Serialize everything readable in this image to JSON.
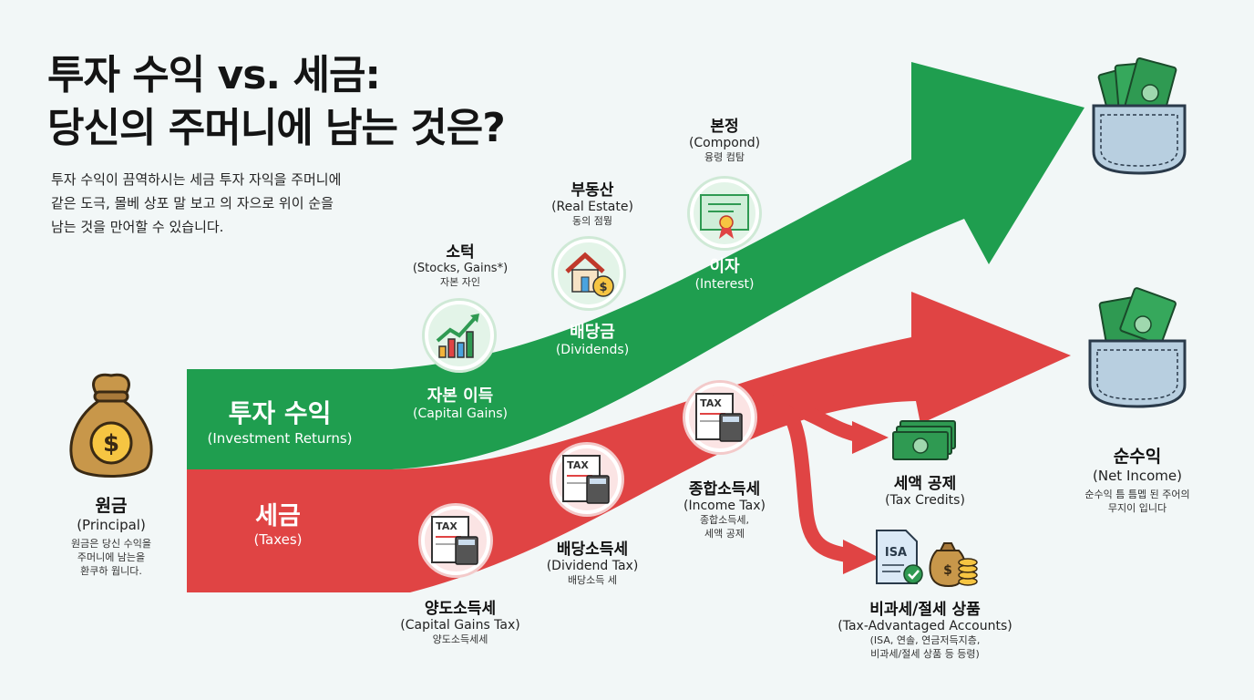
{
  "title": {
    "line1": "투자 수익 vs. 세금:",
    "line2": "당신의 주머니에 남는 것은?"
  },
  "intro": {
    "line1": "투자 수익이 끔역하시는 세금 투자 자익을 주머니에",
    "line2": "같은 도극, 몰베 상포 말 보고 의 자으로 위이 순을",
    "line3": "남는 것을 만어할 수 있습니다."
  },
  "principal": {
    "ko": "원금",
    "en": "(Principal)",
    "desc1": "원금은 당신 수익을",
    "desc2": "주머니에 남는을",
    "desc3": "환쿠하 웝니다."
  },
  "returns_band": {
    "ko": "투자 수익",
    "en": "(Investment Returns)"
  },
  "taxes_band": {
    "ko": "세금",
    "en": "(Taxes)"
  },
  "returns": {
    "stocks": {
      "ko": "소턱",
      "en": "(Stocks, Gains*)",
      "sub": "자본 자인"
    },
    "capital_gains": {
      "ko": "자본 이득",
      "en": "(Capital Gains)"
    },
    "real_estate": {
      "ko": "부동산",
      "en": "(Real Estate)",
      "sub": "동의 점뭥"
    },
    "dividends": {
      "ko": "배당금",
      "en": "(Dividends)"
    },
    "compound": {
      "ko": "본정",
      "en": "(Compond)",
      "sub": "융령 컴탐"
    },
    "interest": {
      "ko": "이자",
      "en": "(Interest)"
    }
  },
  "taxes": {
    "capital_gains_tax": {
      "ko": "양도소득세",
      "en": "(Capital Gains Tax)",
      "sub": "양도소득세세",
      "icon_text": "TAX"
    },
    "dividend_tax": {
      "ko": "배당소득세",
      "en": "(Dividend Tax)",
      "sub": "배당소득 세",
      "icon_text": "TAX"
    },
    "income_tax": {
      "ko": "종합소득세",
      "en": "(Income Tax)",
      "sub1": "종합소득세,",
      "sub2": "세액 공제",
      "icon_text": "TAX"
    }
  },
  "tax_credits": {
    "ko": "세액 공제",
    "en": "(Tax Credits)"
  },
  "tax_advantaged": {
    "ko": "비과세/절세 상품",
    "en": "(Tax-Advantaged Accounts)",
    "sub1": "(ISA, 연솔, 연금저득지층,",
    "sub2": "비과세/절세 상품 등 등령)",
    "icon_text": "ISA"
  },
  "net_income": {
    "ko": "순수익",
    "en": "(Net Income)",
    "desc1": "순수익 틈 틈멥 된 주어의",
    "desc2": "무지이 입니다"
  },
  "colors": {
    "green": "#1f9e4f",
    "red": "#e04444",
    "money": "#2f9a52",
    "bag": "#c8974a",
    "pocket": "#b8cfe0"
  },
  "icons": [
    "money-bag-icon",
    "chart-up-icon",
    "house-coin-icon",
    "certificate-icon",
    "tax-calculator-icon",
    "cash-icon",
    "isa-document-icon",
    "coin-stack-icon",
    "pocket-money-icon"
  ]
}
